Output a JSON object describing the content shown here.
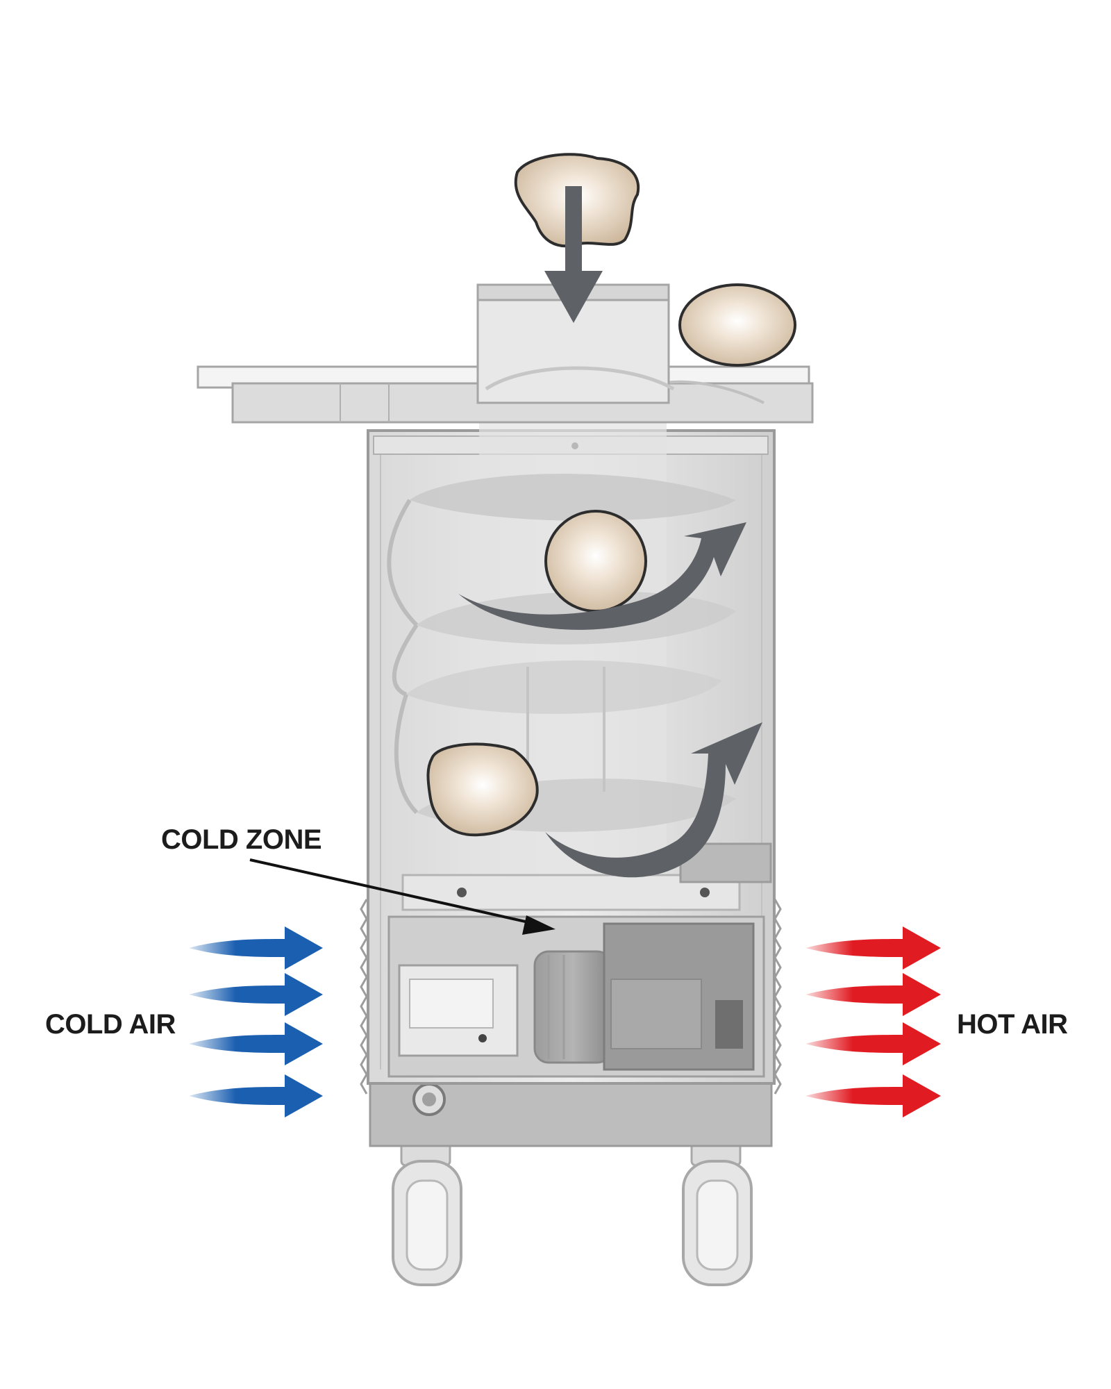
{
  "labels": {
    "cold_zone": "COLD ZONE",
    "cold_air": "COLD AIR",
    "hot_air": "HOT AIR"
  },
  "colors": {
    "cold_air_arrows": "#1b5fb0",
    "hot_air_arrows": "#e11b22",
    "process_arrows": "#5e6166",
    "dough": "#e3d3be",
    "machine_body": "#d4d4d4",
    "machine_outline": "#9a9a9a",
    "motor_area": "#8b8b8b",
    "label_text": "#1c1c1c"
  },
  "icons": {
    "dough_piece": "dough-ball-icon",
    "feed_arrow": "down-arrow-icon",
    "cold_air": "blue-right-arrow-icon",
    "hot_air": "red-right-arrow-icon"
  }
}
